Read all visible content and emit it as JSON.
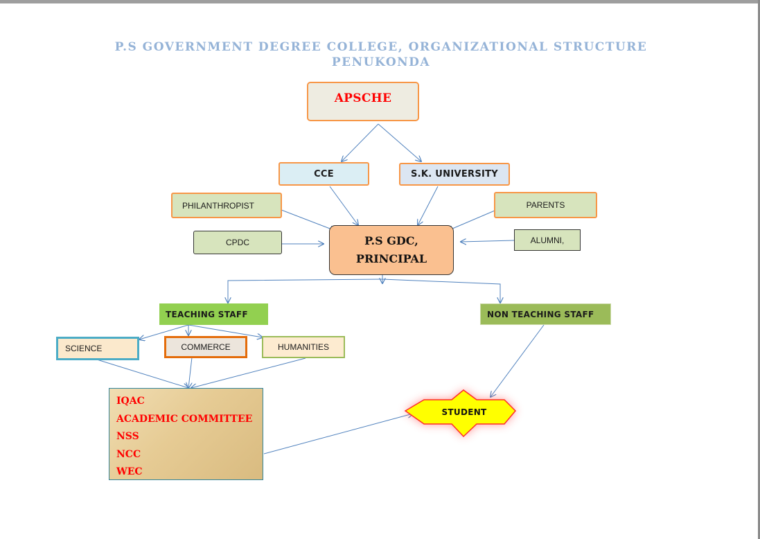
{
  "title": {
    "line1": "P.S GOVERNMENT  DEGREE  COLLEGE,  ORGANIZATIONAL  STRUCTURE",
    "line2": "PENUKONDA"
  },
  "nodes": {
    "apsche": "APSCHE",
    "cce": "CCE",
    "sk_university": "S.K. UNIVERSITY",
    "philanthropist": "PHILANTHROPIST",
    "parents": "PARENTS",
    "cpdc": "CPDC",
    "alumni": "ALUMNI,",
    "principal_line1": "P.S GDC,",
    "principal_line2": "PRINCIPAL",
    "teaching_staff": "TEACHING STAFF",
    "non_teaching_staff": "NON TEACHING STAFF",
    "science": "SCIENCE",
    "commerce": "COMMERCE",
    "humanities": "HUMANITIES",
    "committees": [
      "IQAC",
      "ACADEMIC COMMITTEE",
      "NSS",
      "NCC",
      "WEC"
    ],
    "student": "STUDENT"
  },
  "colors": {
    "title": "#95b3d7",
    "arrow": "#4f81bd",
    "orange_border": "#f79646",
    "principal_fill": "#fac090",
    "green_fill": "#92d050",
    "olive_fill": "#9bbb59",
    "committee_text": "#ff0000",
    "student_fill": "#ffff00"
  }
}
